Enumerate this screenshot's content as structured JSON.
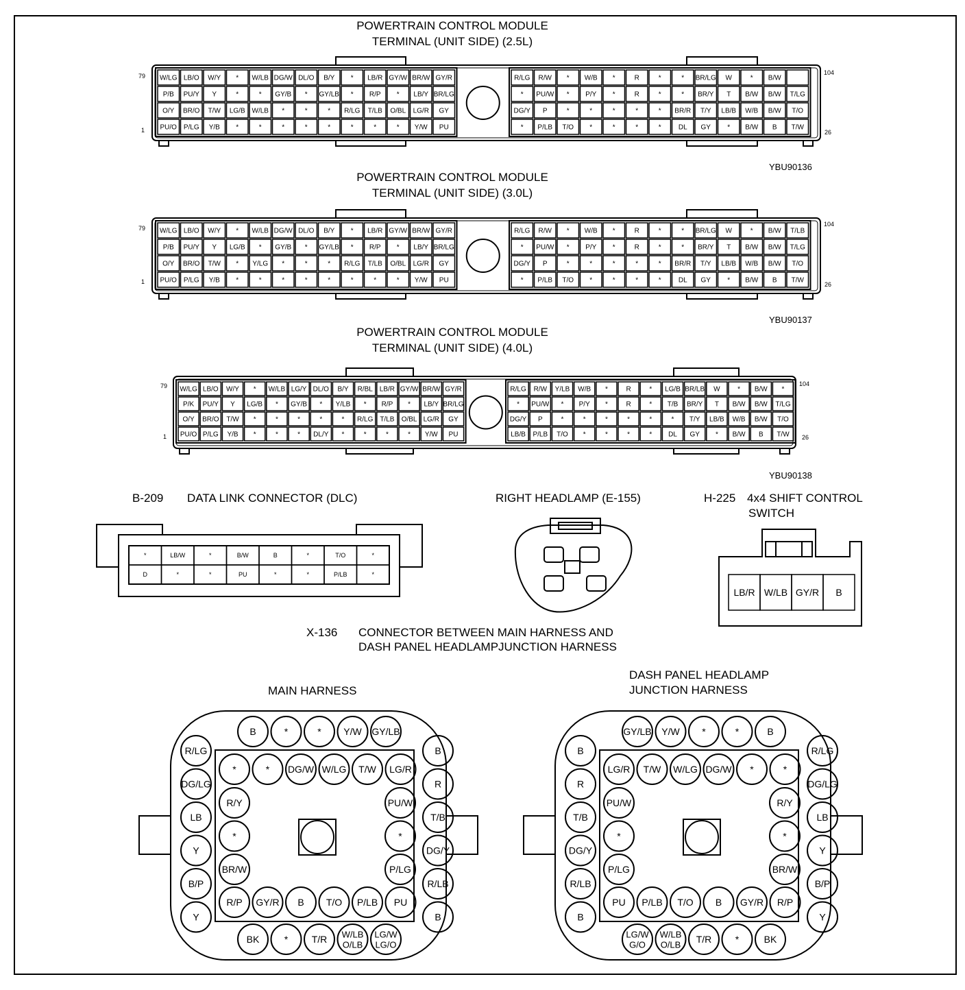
{
  "pcm": [
    {
      "title1": "POWERTRAIN CONTROL MODULE",
      "title2": "TERMINAL (UNIT SIDE) (2.5L)",
      "code": "YBU90136",
      "pins": {
        "tl": "79",
        "bl": "1",
        "tr": "104",
        "br": "26"
      },
      "left": [
        [
          "W/LG",
          "LB/O",
          "W/Y",
          "*",
          "W/LB",
          "DG/W",
          "DL/O",
          "B/Y",
          "*",
          "LB/R",
          "GY/W",
          "BR/W",
          "GY/R"
        ],
        [
          "P/B",
          "PU/Y",
          "Y",
          "*",
          "*",
          "GY/B",
          "*",
          "GY/LB",
          "*",
          "R/P",
          "*",
          "LB/Y",
          "BR/LG"
        ],
        [
          "O/Y",
          "BR/O",
          "T/W",
          "LG/B",
          "W/LB",
          "*",
          "*",
          "*",
          "R/LG",
          "T/LB",
          "O/BL",
          "LG/R",
          "GY"
        ],
        [
          "PU/O",
          "P/LG",
          "Y/B",
          "*",
          "*",
          "*",
          "*",
          "*",
          "*",
          "*",
          "*",
          "Y/W",
          "PU"
        ]
      ],
      "right": [
        [
          "R/LG",
          "R/W",
          "*",
          "W/B",
          "*",
          "R",
          "*",
          "*",
          "BR/LG",
          "W",
          "*",
          "B/W",
          ""
        ],
        [
          "*",
          "PU/W",
          "*",
          "P/Y",
          "*",
          "R",
          "*",
          "*",
          "BR/Y",
          "T",
          "B/W",
          "B/W",
          "T/LG"
        ],
        [
          "DG/Y",
          "P",
          "*",
          "*",
          "*",
          "*",
          "*",
          "BR/R",
          "T/Y",
          "LB/B",
          "W/B",
          "B/W",
          "T/O"
        ],
        [
          "*",
          "P/LB",
          "T/O",
          "*",
          "*",
          "*",
          "*",
          "DL",
          "GY",
          "*",
          "B/W",
          "B",
          "T/W"
        ]
      ]
    },
    {
      "title1": "POWERTRAIN CONTROL MODULE",
      "title2": "TERMINAL (UNIT SIDE) (3.0L)",
      "code": "YBU90137",
      "pins": {
        "tl": "79",
        "bl": "1",
        "tr": "104",
        "br": "26"
      },
      "left": [
        [
          "W/LG",
          "LB/O",
          "W/Y",
          "*",
          "W/LB",
          "DG/W",
          "DL/O",
          "B/Y",
          "*",
          "LB/R",
          "GY/W",
          "BR/W",
          "GY/R"
        ],
        [
          "P/B",
          "PU/Y",
          "Y",
          "LG/B",
          "*",
          "GY/B",
          "*",
          "GY/LB",
          "*",
          "R/P",
          "*",
          "LB/Y",
          "BR/LG"
        ],
        [
          "O/Y",
          "BR/O",
          "T/W",
          "*",
          "Y/LG",
          "*",
          "*",
          "*",
          "R/LG",
          "T/LB",
          "O/BL",
          "LG/R",
          "GY"
        ],
        [
          "PU/O",
          "P/LG",
          "Y/B",
          "*",
          "*",
          "*",
          "*",
          "*",
          "*",
          "*",
          "*",
          "Y/W",
          "PU"
        ]
      ],
      "right": [
        [
          "R/LG",
          "R/W",
          "*",
          "W/B",
          "*",
          "R",
          "*",
          "*",
          "BR/LG",
          "W",
          "*",
          "B/W",
          "T/LB"
        ],
        [
          "*",
          "PU/W",
          "*",
          "P/Y",
          "*",
          "R",
          "*",
          "*",
          "BR/Y",
          "T",
          "B/W",
          "B/W",
          "T/LG"
        ],
        [
          "DG/Y",
          "P",
          "*",
          "*",
          "*",
          "*",
          "*",
          "BR/R",
          "T/Y",
          "LB/B",
          "W/B",
          "B/W",
          "T/O"
        ],
        [
          "*",
          "P/LB",
          "T/O",
          "*",
          "*",
          "*",
          "*",
          "DL",
          "GY",
          "*",
          "B/W",
          "B",
          "T/W"
        ]
      ]
    },
    {
      "title1": "POWERTRAIN CONTROL MODULE",
      "title2": "TERMINAL (UNIT SIDE) (4.0L)",
      "code": "YBU90138",
      "pins": {
        "tl": "79",
        "bl": "1",
        "tr": "104",
        "br": "26"
      },
      "left": [
        [
          "W/LG",
          "LB/O",
          "W/Y",
          "*",
          "W/LB",
          "LG/Y",
          "DL/O",
          "B/Y",
          "R/BL",
          "LB/R",
          "GY/W",
          "BR/W",
          "GY/R"
        ],
        [
          "P/K",
          "PU/Y",
          "Y",
          "LG/B",
          "*",
          "GY/B",
          "*",
          "Y/LB",
          "*",
          "R/P",
          "*",
          "LB/Y",
          "BR/LG"
        ],
        [
          "O/Y",
          "BR/O",
          "T/W",
          "*",
          "*",
          "*",
          "*",
          "*",
          "R/LG",
          "T/LB",
          "O/BL",
          "LG/R",
          "GY"
        ],
        [
          "PU/O",
          "P/LG",
          "Y/B",
          "*",
          "*",
          "*",
          "DL/Y",
          "*",
          "*",
          "*",
          "*",
          "Y/W",
          "PU"
        ]
      ],
      "right": [
        [
          "R/LG",
          "R/W",
          "Y/LB",
          "W/B",
          "*",
          "R",
          "*",
          "LG/B",
          "BR/LB",
          "W",
          "*",
          "B/W",
          "*"
        ],
        [
          "*",
          "PU/W",
          "*",
          "P/Y",
          "*",
          "R",
          "*",
          "T/B",
          "BR/Y",
          "T",
          "B/W",
          "B/W",
          "T/LG"
        ],
        [
          "DG/Y",
          "P",
          "*",
          "*",
          "*",
          "*",
          "*",
          "*",
          "T/Y",
          "LB/B",
          "W/B",
          "B/W",
          "T/O"
        ],
        [
          "LB/B",
          "P/LB",
          "T/O",
          "*",
          "*",
          "*",
          "*",
          "DL",
          "GY",
          "*",
          "B/W",
          "B",
          "T/W"
        ]
      ]
    }
  ],
  "dlc": {
    "id": "B-209",
    "title": "DATA LINK CONNECTOR (DLC)",
    "top": [
      "*",
      "LB/W",
      "*",
      "B/W",
      "B",
      "*",
      "T/O",
      "*"
    ],
    "bottom": [
      "D",
      "*",
      "*",
      "PU",
      "*",
      "*",
      "P/LB",
      "*"
    ]
  },
  "headlamp": {
    "title": "RIGHT HEADLAMP (E-155)"
  },
  "shift": {
    "id": "H-225",
    "title1": "4x4 SHIFT CONTROL",
    "title2": "SWITCH",
    "pins": [
      "LB/R",
      "W/LB",
      "GY/R",
      "B"
    ]
  },
  "x136": {
    "id": "X-136",
    "title1": "CONNECTOR BETWEEN MAIN HARNESS AND",
    "title2": "DASH PANEL HEADLAMPJUNCTION HARNESS"
  },
  "main_harness": {
    "title": "MAIN HARNESS",
    "outer_top": [
      "B",
      "*",
      "*",
      "Y/W",
      "GY/LB"
    ],
    "outer_left": [
      "R/LG",
      "DG/LG",
      "LB",
      "Y",
      "B/P",
      "Y"
    ],
    "outer_right": [
      "B",
      "R",
      "T/B",
      "DG/Y",
      "R/LB",
      "B"
    ],
    "outer_bottom": [
      "BK",
      "*",
      "T/R",
      "W/LB O/LB",
      "LG/W LG/O"
    ],
    "inner_top": [
      "*",
      "*",
      "DG/W",
      "W/LG",
      "T/W",
      "LG/R"
    ],
    "inner_left": [
      "R/Y",
      "*",
      "BR/W"
    ],
    "inner_right": [
      "PU/W",
      "*",
      "P/LG"
    ],
    "inner_bottom": [
      "R/P",
      "GY/R",
      "B",
      "T/O",
      "P/LB",
      "PU"
    ]
  },
  "dash_harness": {
    "title1": "DASH PANEL HEADLAMP",
    "title2": "JUNCTION HARNESS",
    "outer_top": [
      "GY/LB",
      "Y/W",
      "*",
      "*",
      "B"
    ],
    "outer_left": [
      "B",
      "R",
      "T/B",
      "DG/Y",
      "R/LB",
      "B"
    ],
    "outer_right": [
      "R/LG",
      "DG/LG",
      "LB",
      "Y",
      "B/P",
      "Y"
    ],
    "outer_bottom": [
      "LG/W G/O",
      "W/LB O/LB",
      "T/R",
      "*",
      "BK"
    ],
    "inner_top": [
      "LG/R",
      "T/W",
      "W/LG",
      "DG/W",
      "*",
      "*"
    ],
    "inner_left": [
      "PU/W",
      "*",
      "P/LG"
    ],
    "inner_right": [
      "R/Y",
      "*",
      "BR/W"
    ],
    "inner_bottom": [
      "PU",
      "P/LB",
      "T/O",
      "B",
      "GY/R",
      "R/P"
    ]
  }
}
